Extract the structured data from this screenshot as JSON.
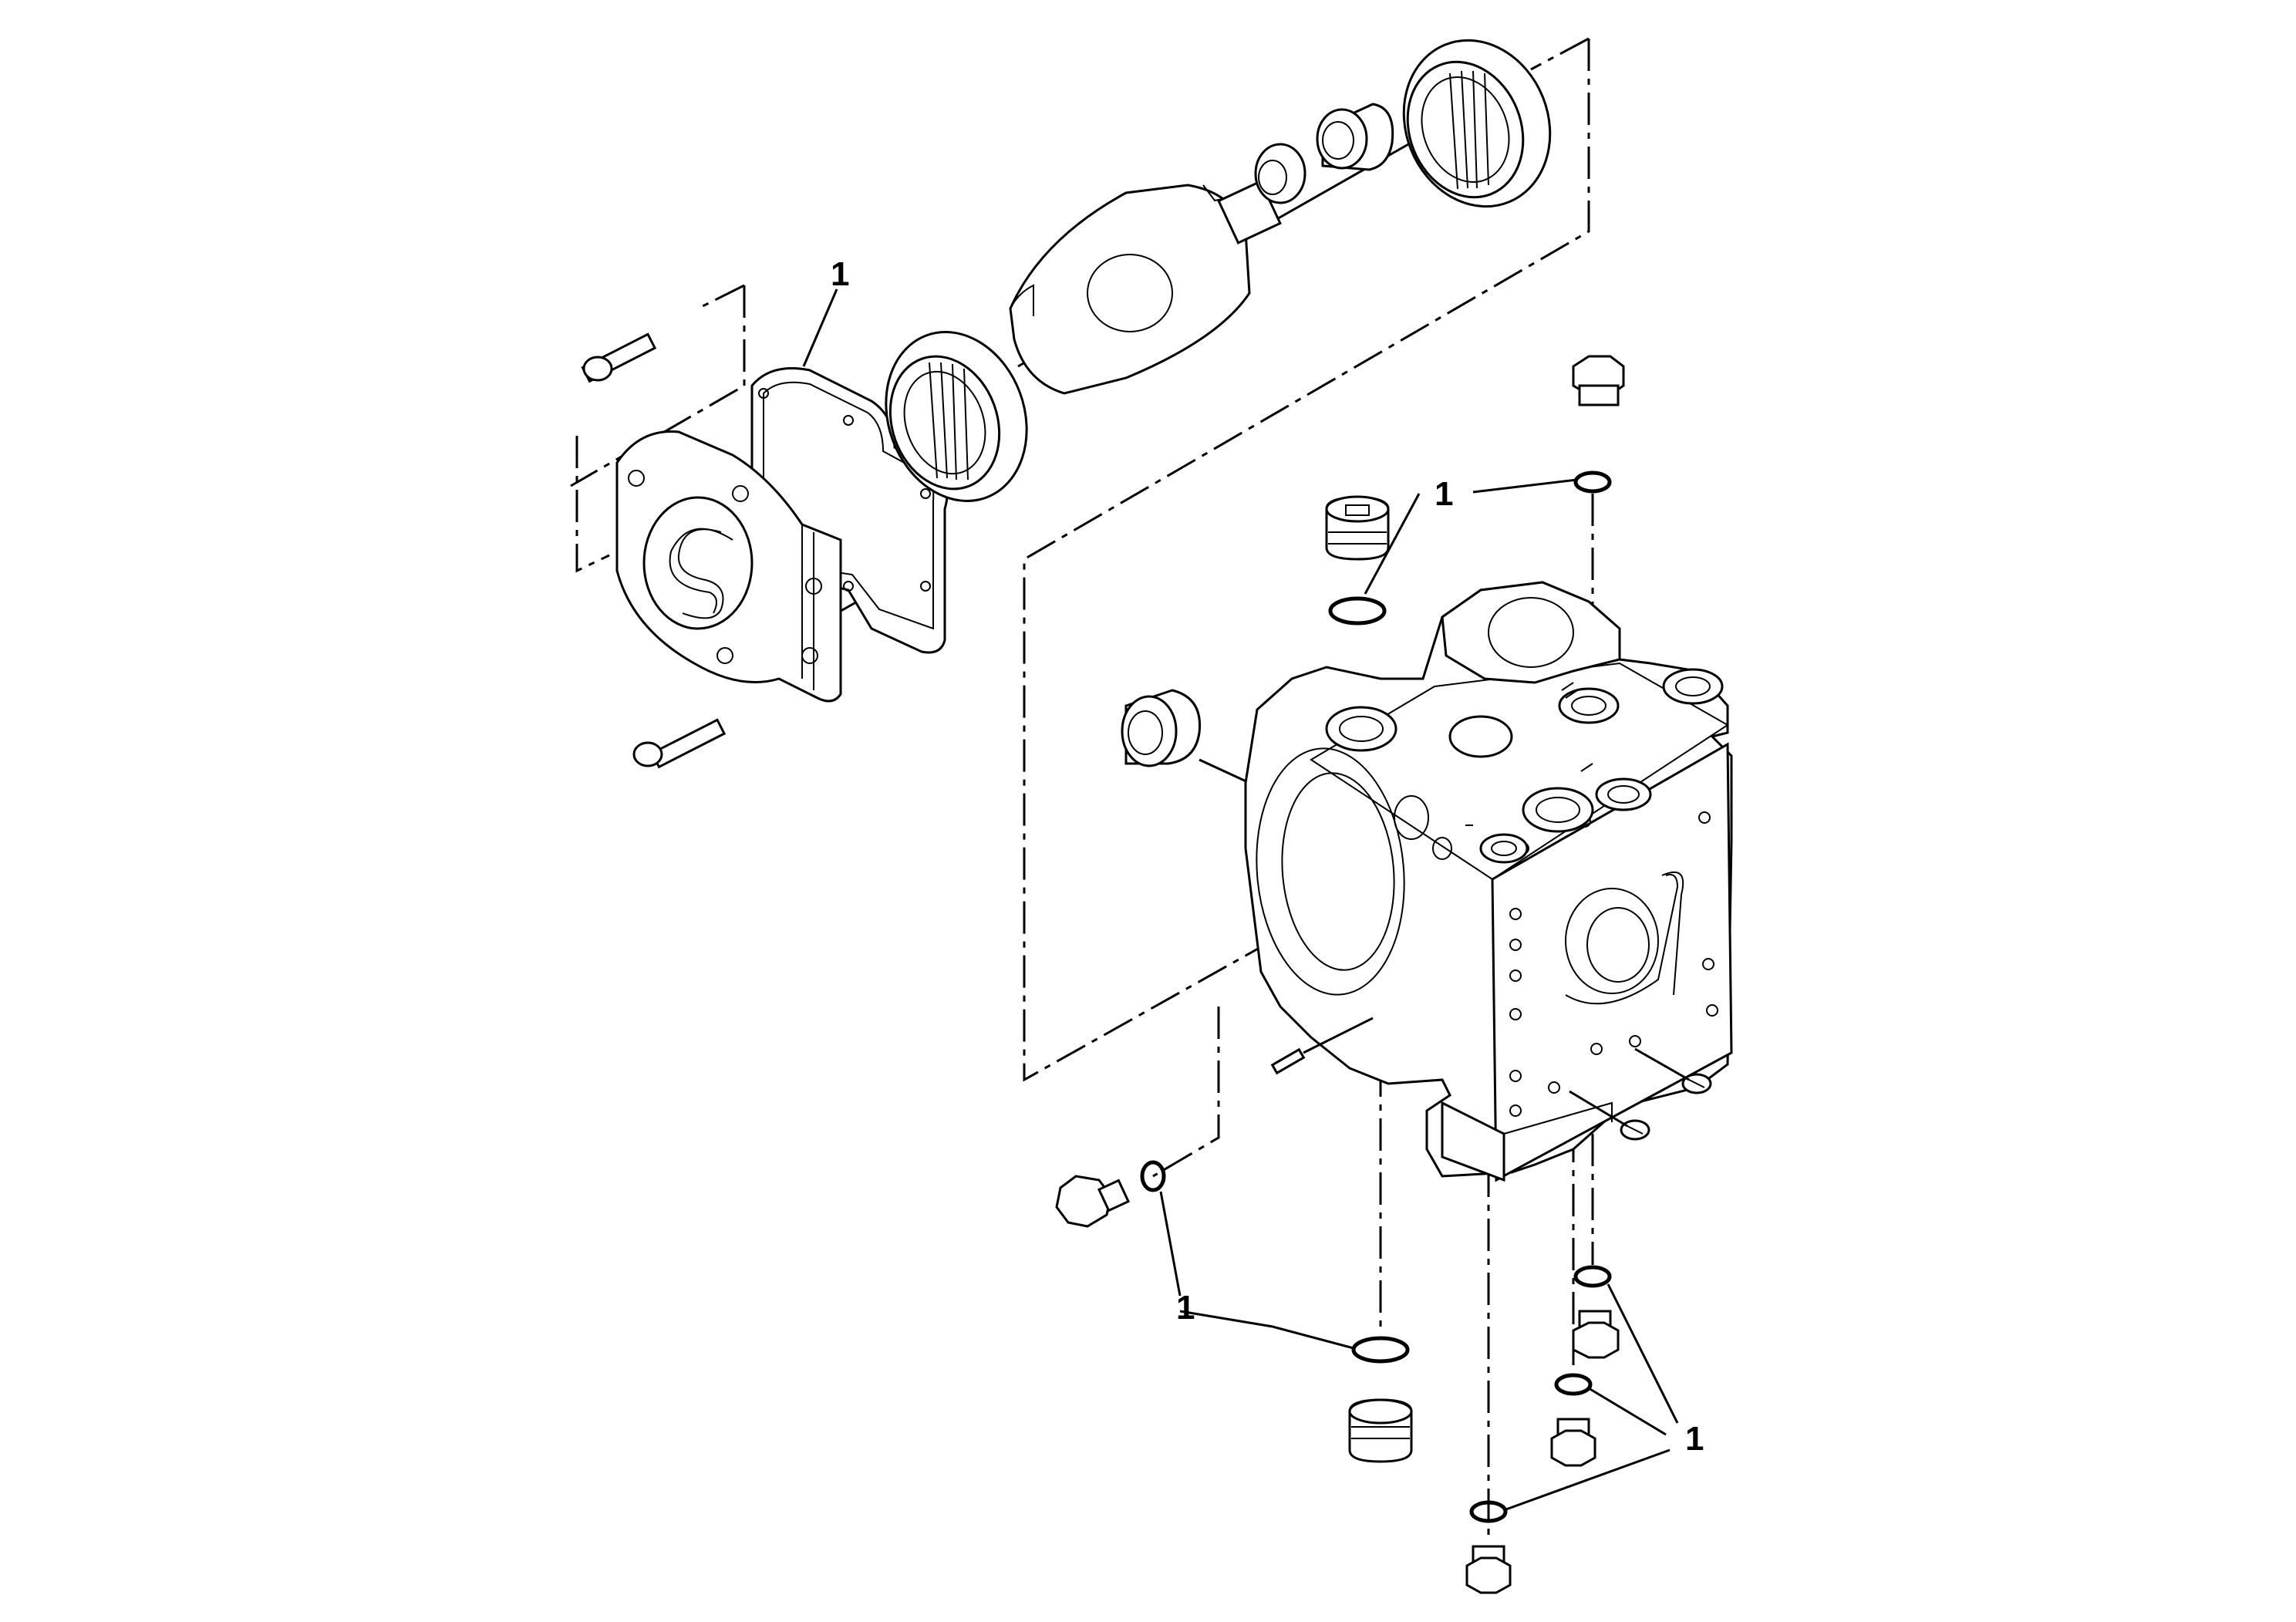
{
  "callouts": [
    {
      "id": "gasket-callout",
      "text": "1"
    },
    {
      "id": "top-oring-callout",
      "text": "1"
    },
    {
      "id": "left-oring-callout",
      "text": "1"
    },
    {
      "id": "right-oring-callout",
      "text": "1"
    }
  ]
}
